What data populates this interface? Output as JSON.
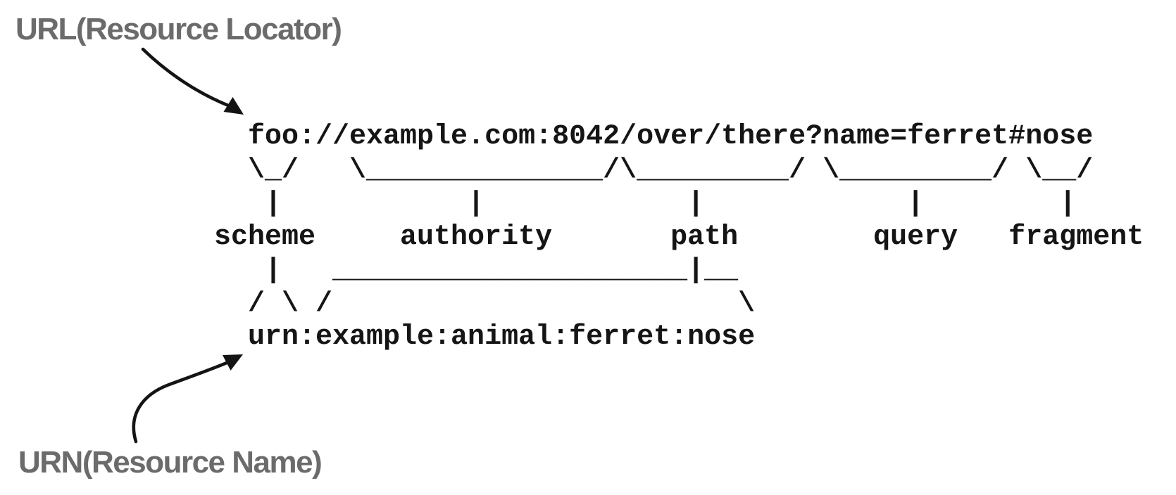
{
  "labels": {
    "url": "URL(Resource Locator)",
    "urn": "URN(Resource Name)"
  },
  "diagram": {
    "uri_example": "foo://example.com:8042/over/there?name=ferret#nose",
    "urn_example": "urn:example:animal:ferret:nose",
    "part_names": [
      "scheme",
      "authority",
      "path",
      "query",
      "fragment"
    ],
    "part_values": {
      "scheme": "foo",
      "authority": "example.com:8042",
      "path": "/over/there",
      "query": "name=ferret",
      "fragment": "nose"
    },
    "ascii_lines": [
      "  foo://example.com:8042/over/there?name=ferret#nose",
      "  \\_/   \\______________/\\_________/ \\_________/ \\__/",
      "   |           |            |            |        |",
      "scheme     authority       path        query   fragment",
      "   |   _____________________|__",
      "  / \\ /                        \\",
      "  urn:example:animal:ferret:nose"
    ]
  },
  "icons": {
    "url_arrow": "curved-arrow-down-right",
    "urn_arrow": "curved-arrow-up-right"
  },
  "colors": {
    "background": "#ffffff",
    "label_gray": "#6b6b6b",
    "ink": "#151515"
  }
}
